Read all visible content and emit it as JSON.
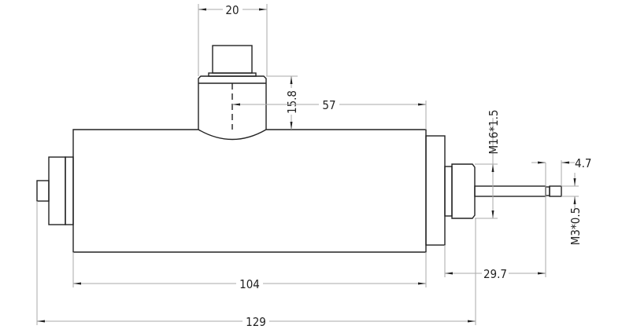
{
  "dimensions": {
    "connector_width": "20",
    "connector_height": "15.8",
    "connector_offset": "57",
    "body_length": "104",
    "overall_length": "129",
    "thread_main": "M16*1.5",
    "probe_length": "29.7",
    "tip_length": "4.7",
    "thread_tip": "M3*0.5"
  }
}
